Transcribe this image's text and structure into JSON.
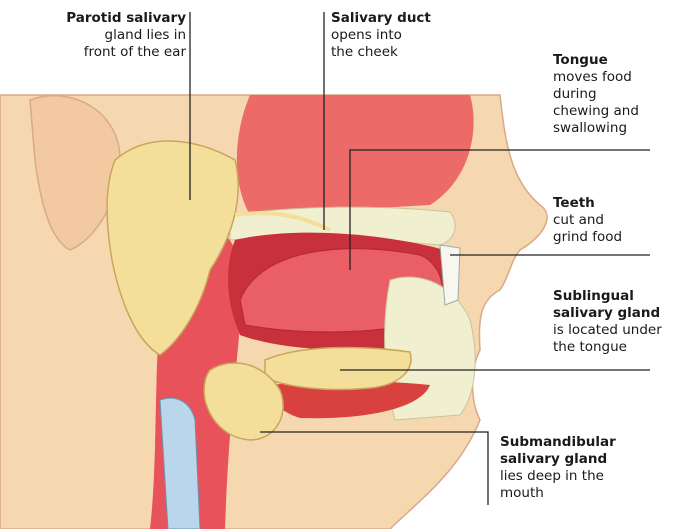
{
  "labels": {
    "parotid": {
      "title": "Parotid salivary",
      "lines": [
        "gland lies in",
        "front of the ear"
      ]
    },
    "duct": {
      "title": "Salivary duct",
      "lines": [
        "opens into",
        "the cheek"
      ]
    },
    "tongue": {
      "title": "Tongue",
      "lines": [
        "moves food",
        "during",
        "chewing and",
        "swallowing"
      ]
    },
    "teeth": {
      "title": "Teeth",
      "lines": [
        "cut and",
        "grind food"
      ]
    },
    "sublingual": {
      "title": "Sublingual",
      "title2": "salivary gland",
      "lines": [
        "is located under",
        "the tongue"
      ]
    },
    "submandibular": {
      "title": "Submandibular",
      "title2": "salivary gland",
      "lines": [
        "lies deep in the",
        "mouth"
      ]
    }
  },
  "colors": {
    "skin": "#f6d8b0",
    "tissue": "#e8525a",
    "tissue_dark": "#c8303c",
    "gland": "#f3df9a",
    "bone": "#f0efcf",
    "leader": "#222222"
  }
}
